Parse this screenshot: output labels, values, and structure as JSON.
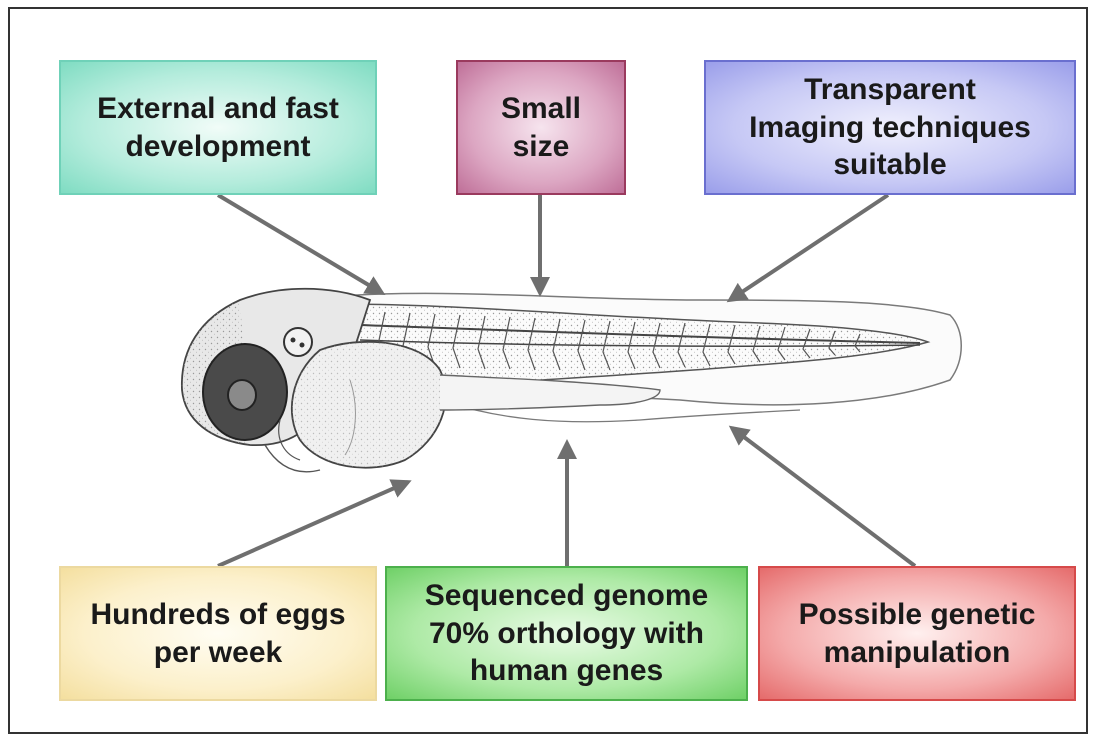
{
  "features": {
    "external_fast_development": [
      "External and fast",
      "development"
    ],
    "small_size": [
      "Small",
      "size"
    ],
    "transparent": [
      "Transparent",
      "Imaging techniques",
      "suitable"
    ],
    "hundreds_of_eggs": [
      "Hundreds of eggs",
      "per week"
    ],
    "sequenced_genome": [
      "Sequenced genome",
      "70% orthology with",
      "human genes"
    ],
    "genetic_manipulation": [
      "Possible genetic",
      "manipulation"
    ]
  },
  "icons": {
    "illustration": "zebrafish-larva-illustration",
    "connector": "arrow-icon"
  },
  "colors": {
    "teal": "#7fdcc2",
    "purple": "#bf6f98",
    "blue": "#9a9eea",
    "yellow": "#f4df9f",
    "green": "#6fd067",
    "red": "#e56b6b",
    "arrow": "#6f6f6f"
  }
}
